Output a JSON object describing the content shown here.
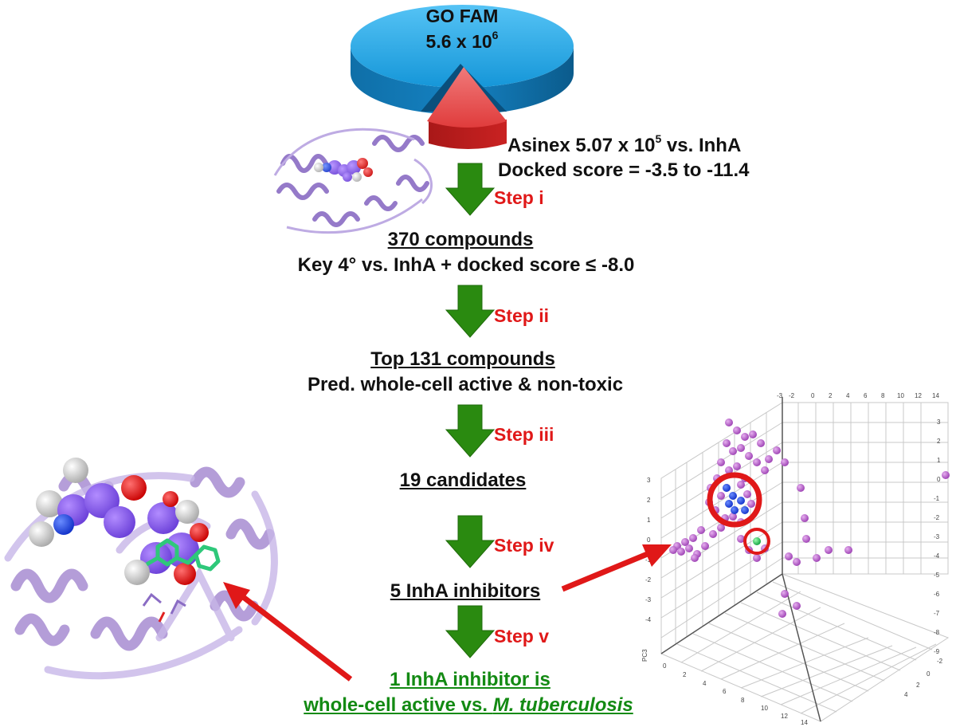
{
  "pie": {
    "title": "GO FAM",
    "count_base": "5.6 x 10",
    "count_exp": "6"
  },
  "asinex": {
    "line1_prefix": "Asinex 5.07 x 10",
    "line1_exp": "5",
    "line1_suffix": " vs. InhA",
    "line2": "Docked score = -3.5 to -11.4"
  },
  "steps": [
    {
      "label": "Step i"
    },
    {
      "label": "Step ii"
    },
    {
      "label": "Step iii"
    },
    {
      "label": "Step iv"
    },
    {
      "label": "Step v"
    }
  ],
  "stages": {
    "s1_title": "370 compounds",
    "s1_sub": "Key 4° vs. InhA + docked score ≤ -8.0",
    "s2_title": "Top 131 compounds",
    "s2_sub": "Pred. whole-cell active & non-toxic",
    "s3_title": "19 candidates",
    "s4_title": "5 InhA inhibitors"
  },
  "final": {
    "line1": "1 InhA inhibitor is",
    "line2_prefix": "whole-cell active vs. ",
    "line2_species": "M. tuberculosis"
  },
  "plot3d": {
    "axis_label": "PC3",
    "top_ticks": [
      "-3",
      "-2",
      "0",
      "2",
      "4",
      "6",
      "8",
      "10",
      "12",
      "14"
    ],
    "left_ticks": [
      "3",
      "2",
      "1",
      "0",
      "-1",
      "-2",
      "-3",
      "-4"
    ],
    "right_ticks": [
      "3",
      "2",
      "1",
      "0",
      "-1",
      "-2",
      "-3",
      "-4",
      "-5",
      "-6",
      "-7",
      "-8",
      "-9"
    ],
    "bottom_ticks": [
      "0",
      "2",
      "4",
      "6",
      "8",
      "10",
      "12",
      "14"
    ],
    "bottom_right_ticks": [
      "4",
      "2",
      "0",
      "-2"
    ]
  },
  "colors": {
    "pie_blue": "#1a9fe0",
    "pie_red": "#e23a3a",
    "arrow_green": "#2a8a10",
    "step_red": "#e01818",
    "final_green": "#138a13",
    "protein_purple": "#9b7fc9"
  }
}
